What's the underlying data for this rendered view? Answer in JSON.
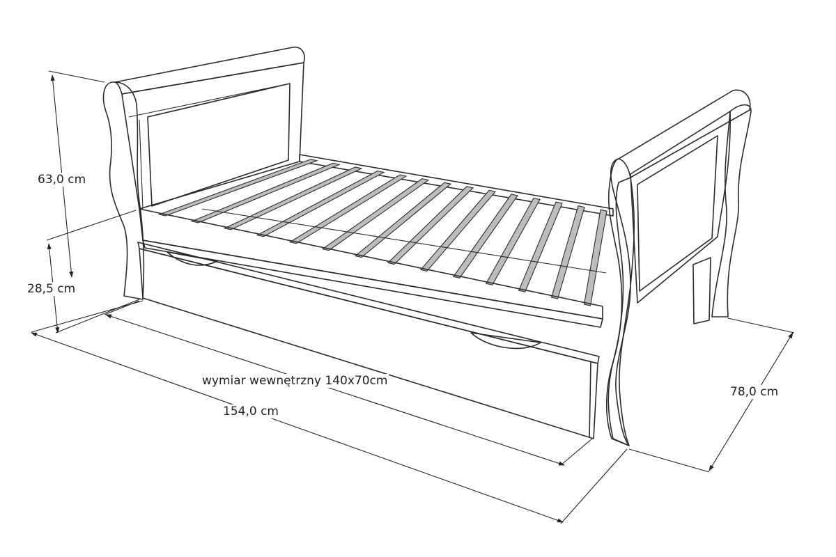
{
  "labels": {
    "headboard_height": "63,0 cm",
    "frame_height": "28,5 cm",
    "inner_dimension": "wymiar wewnętrzny 140x70cm",
    "length": "154,0 cm",
    "width": "78,0 cm"
  },
  "colors": {
    "panel_fill": "#d6d6d6",
    "wood_fill": "#ececec",
    "slat_fill": "#bdbdbd",
    "line": "#2a2a2a"
  }
}
